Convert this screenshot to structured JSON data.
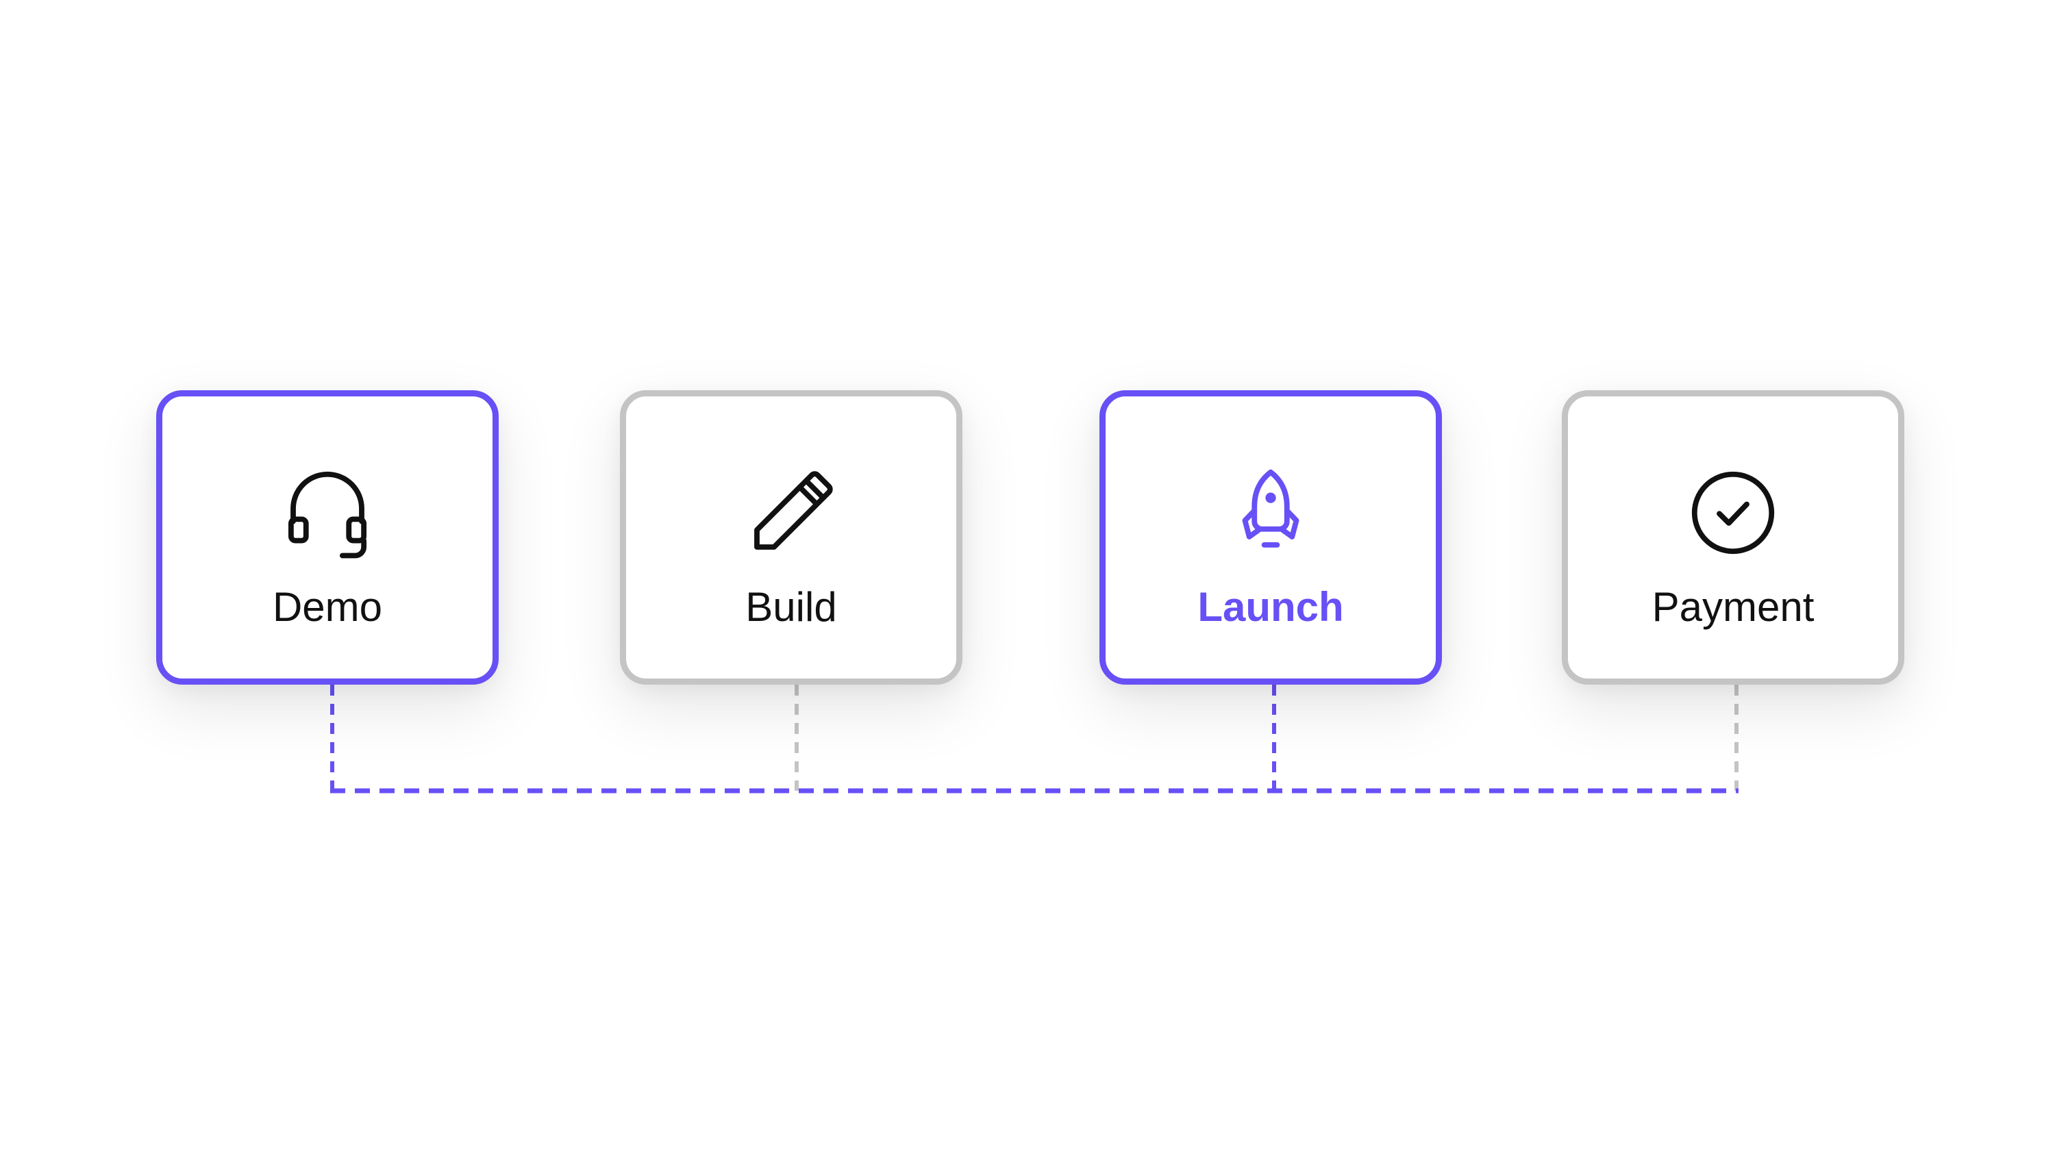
{
  "colors": {
    "accent": "#6750f5",
    "inactive_border": "#c4c4c4",
    "inactive_connector": "#c4c4c4",
    "text": "#111111",
    "background": "#ffffff"
  },
  "steps": [
    {
      "label": "Demo",
      "icon": "headset-icon",
      "state": "active"
    },
    {
      "label": "Build",
      "icon": "pencil-icon",
      "state": "inactive"
    },
    {
      "label": "Launch",
      "icon": "rocket-icon",
      "state": "current"
    },
    {
      "label": "Payment",
      "icon": "check-circle-icon",
      "state": "inactive"
    }
  ]
}
